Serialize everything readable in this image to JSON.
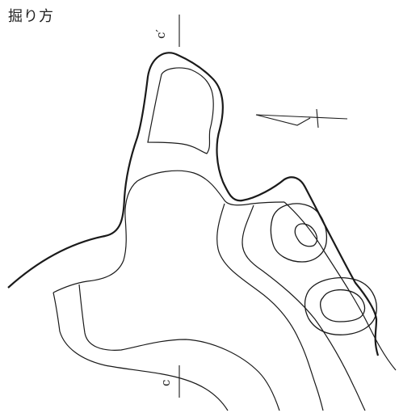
{
  "title": "掘り方",
  "section_labels": {
    "top": "c′",
    "bottom": "c"
  },
  "colors": {
    "line": "#1a1a1a",
    "background": "#ffffff"
  }
}
